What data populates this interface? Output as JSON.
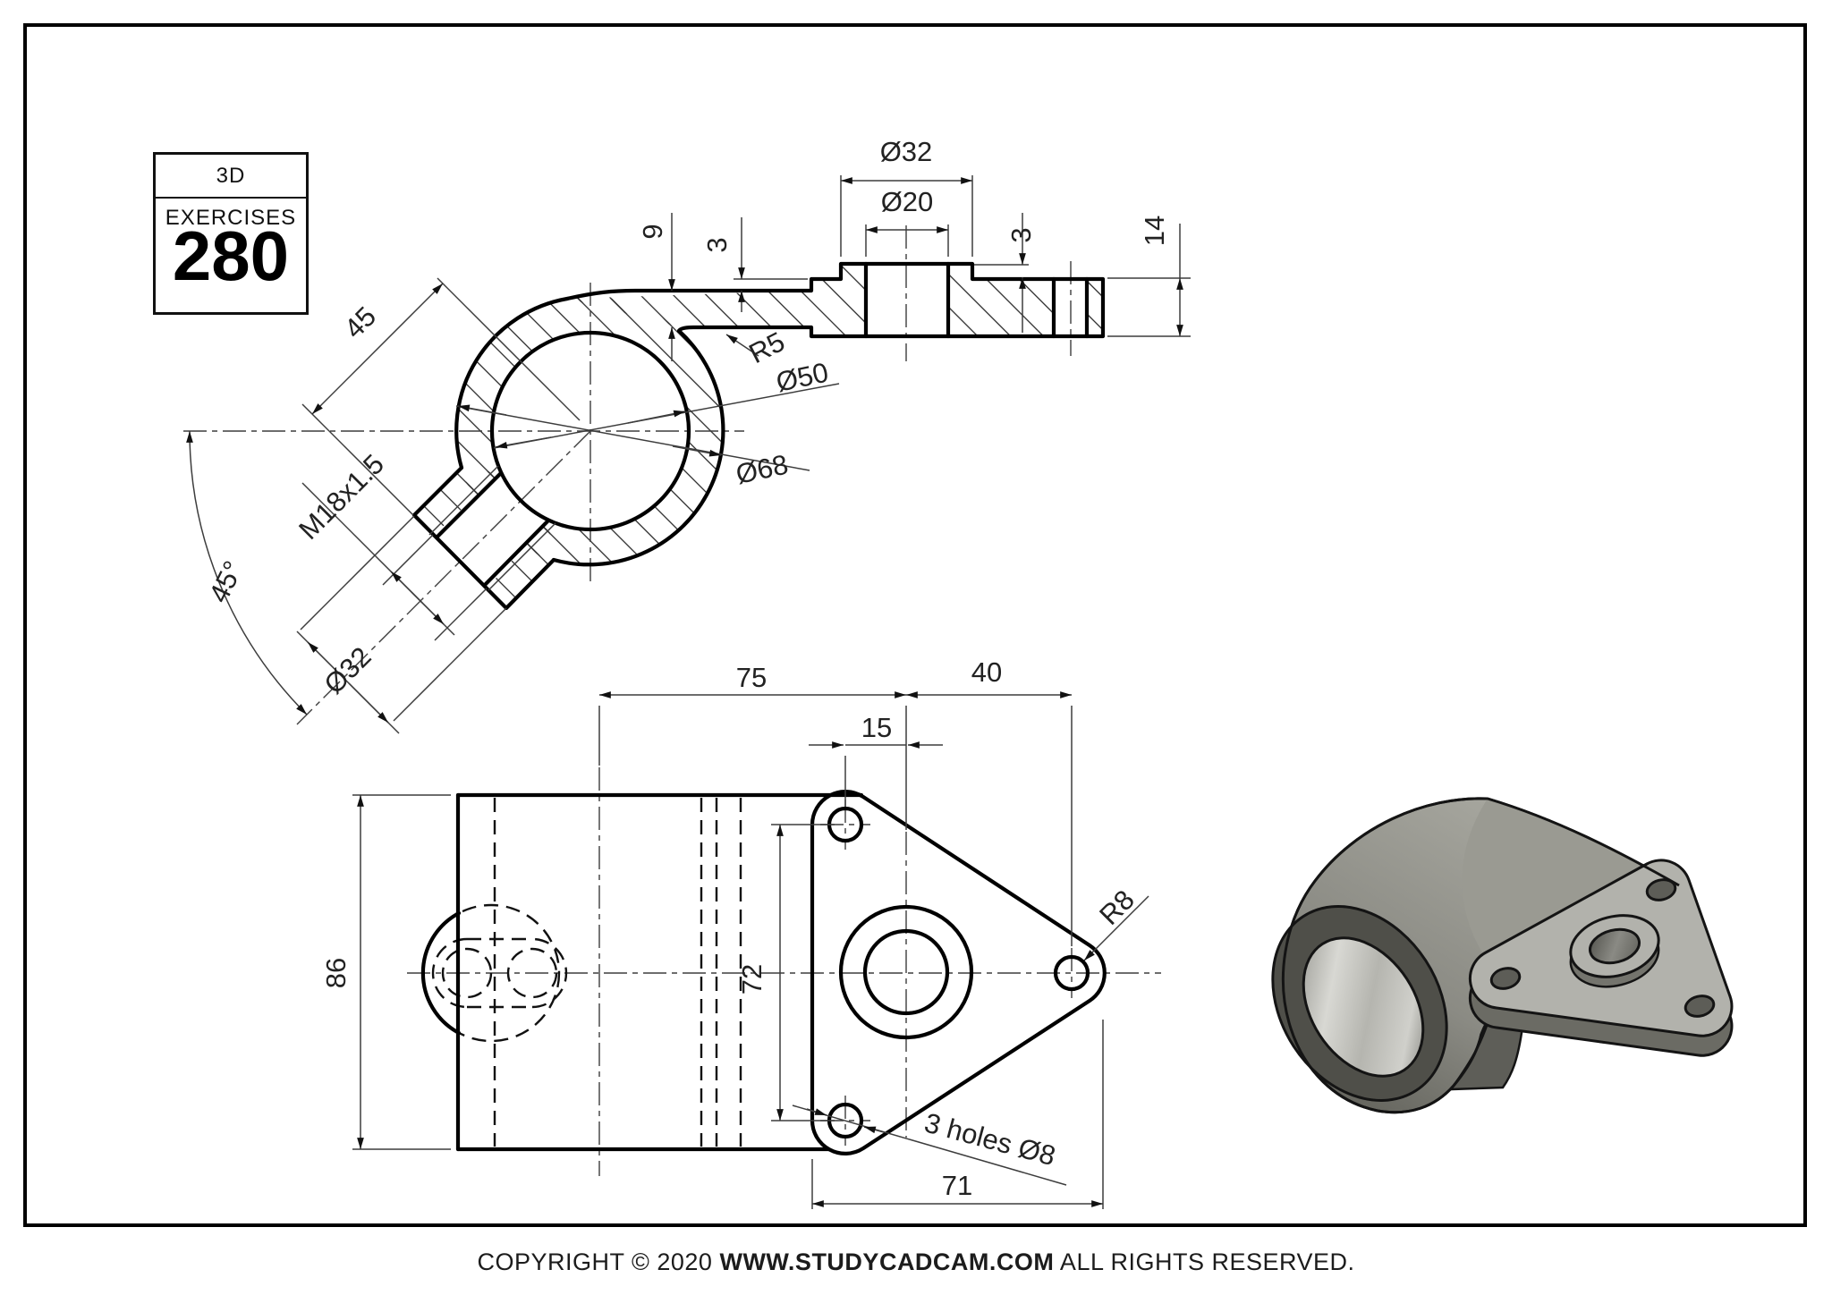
{
  "title_block": {
    "series_label": "3D EXERCISES",
    "exercise_number": "280"
  },
  "footer": {
    "prefix": "COPYRIGHT © 2020 ",
    "site": "WWW.STUDYCADCAM.COM",
    "suffix": " ALL RIGHTS RESERVED."
  },
  "section_view": {
    "labels": {
      "boss_length": "45",
      "arm_thickness": "9",
      "step_left": "3",
      "boss_dia_top": "Ø32",
      "hole_dia": "Ø20",
      "step_right": "3",
      "flange_thickness": "14",
      "fillet_radius": "R5",
      "bore_dia": "Ø50",
      "outer_dia": "Ø68",
      "thread_spec": "M18x1.5",
      "threaded_boss_dia": "Ø32",
      "boss_angle": "45°"
    }
  },
  "front_view": {
    "labels": {
      "axis_to_hub": "75",
      "hub_to_hole": "40",
      "hole_offset": "15",
      "body_length": "86",
      "hole_spacing": "72",
      "corner_radius": "R8",
      "holes_note": "3 holes Ø8",
      "plate_width": "71"
    }
  },
  "iso_view": {
    "colors": {
      "body_light": "#a6a69e",
      "body_dark": "#5d5d56",
      "top_face": "#9a9a92",
      "flange_face": "#b2b2ac",
      "flange_side": "#6b6b64",
      "ring_face": "#4f4f49",
      "hole": "#5d5d57",
      "outline": "#141414"
    }
  }
}
